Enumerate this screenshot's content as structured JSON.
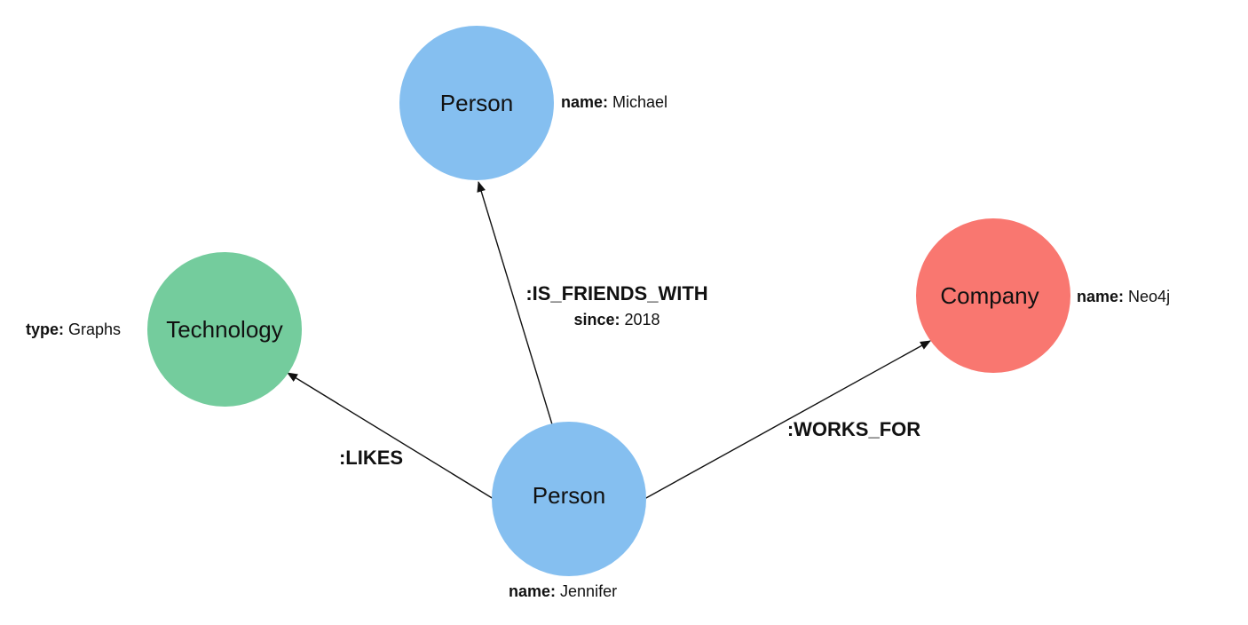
{
  "nodes": [
    {
      "id": "jennifer",
      "label": "Person",
      "color": "#85bff0",
      "prop_key": "name:",
      "prop_value": "Jennifer"
    },
    {
      "id": "michael",
      "label": "Person",
      "color": "#85bff0",
      "prop_key": "name:",
      "prop_value": "Michael"
    },
    {
      "id": "technology",
      "label": "Technology",
      "color": "#74cc9d",
      "prop_key": "type:",
      "prop_value": "Graphs"
    },
    {
      "id": "company",
      "label": "Company",
      "color": "#f97770",
      "prop_key": "name:",
      "prop_value": "Neo4j"
    }
  ],
  "relationships": [
    {
      "id": "is-friends-with",
      "from": "jennifer",
      "to": "michael",
      "type": ":IS_FRIENDS_WITH",
      "prop_key": "since:",
      "prop_value": "2018"
    },
    {
      "id": "likes",
      "from": "jennifer",
      "to": "technology",
      "type": ":LIKES"
    },
    {
      "id": "works-for",
      "from": "jennifer",
      "to": "company",
      "type": ":WORKS_FOR"
    }
  ]
}
